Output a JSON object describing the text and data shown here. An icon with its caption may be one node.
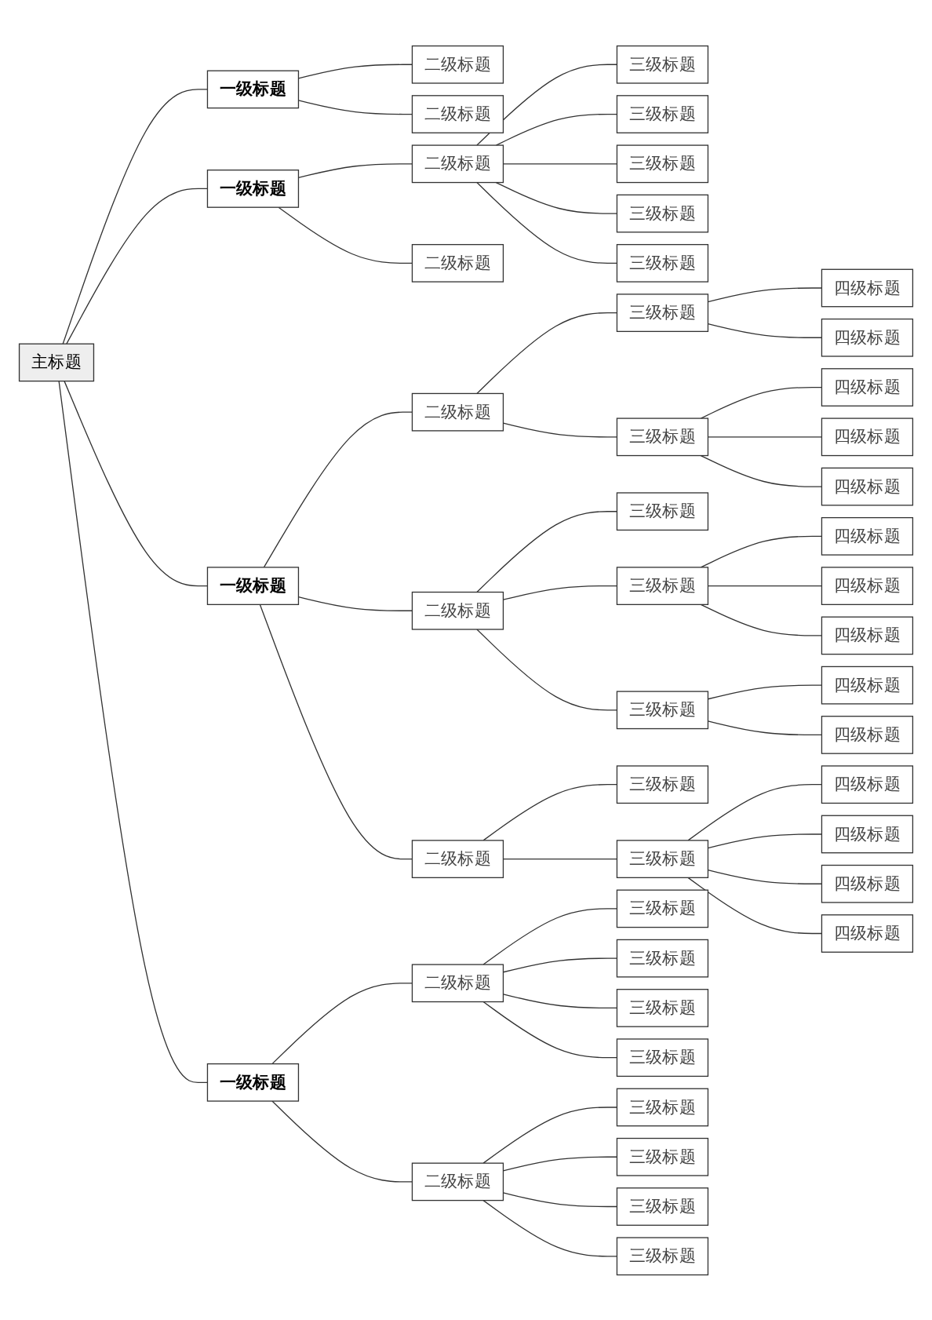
{
  "diagram": {
    "nodes": [
      {
        "text": [
          "主标题"
        ]
      },
      {
        "text": [
          "一级标题"
        ]
      },
      {
        "text": [
          "二级标题"
        ]
      },
      {
        "text": [
          "二级标题"
        ]
      },
      {
        "text": [
          "一级标题"
        ]
      },
      {
        "text": [
          "二级标题"
        ]
      },
      {
        "text": [
          "三级标题"
        ]
      },
      {
        "text": [
          "三级标题"
        ]
      },
      {
        "text": [
          "三级标题"
        ]
      },
      {
        "text": [
          "三级标题"
        ]
      },
      {
        "text": [
          "三级标题"
        ]
      },
      {
        "text": [
          "二级标题"
        ]
      },
      {
        "text": [
          "一级标题"
        ]
      },
      {
        "text": [
          "二级标题"
        ]
      },
      {
        "text": [
          "三级标题"
        ]
      },
      {
        "text": [
          "四级标题"
        ]
      },
      {
        "text": [
          "四级标题"
        ]
      },
      {
        "text": [
          "三级标题"
        ]
      },
      {
        "text": [
          "四级标题"
        ]
      },
      {
        "text": [
          "四级标题"
        ]
      },
      {
        "text": [
          "四级标题"
        ]
      },
      {
        "text": [
          "二级标题"
        ]
      },
      {
        "text": [
          "三级标题"
        ]
      },
      {
        "text": [
          "三级标题"
        ]
      },
      {
        "text": [
          "四级标题"
        ]
      },
      {
        "text": [
          "四级标题"
        ]
      },
      {
        "text": [
          "四级标题"
        ]
      },
      {
        "text": [
          "三级标题"
        ]
      },
      {
        "text": [
          "四级标题"
        ]
      },
      {
        "text": [
          "四级标题"
        ]
      },
      {
        "text": [
          "二级标题"
        ]
      },
      {
        "text": [
          "三级标题"
        ]
      },
      {
        "text": [
          "三级标题"
        ]
      },
      {
        "text": [
          "四级标题"
        ]
      },
      {
        "text": [
          "四级标题"
        ]
      },
      {
        "text": [
          "四级标题"
        ]
      },
      {
        "text": [
          "四级标题"
        ]
      },
      {
        "text": [
          "一级标题"
        ]
      },
      {
        "text": [
          "二级标题"
        ]
      },
      {
        "text": [
          "三级标题"
        ]
      },
      {
        "text": [
          "三级标题"
        ]
      },
      {
        "text": [
          "三级标题"
        ]
      },
      {
        "text": [
          "三级标题"
        ]
      },
      {
        "text": [
          "二级标题"
        ]
      },
      {
        "text": [
          "三级标题"
        ]
      },
      {
        "text": [
          "三级标题"
        ]
      },
      {
        "text": [
          "三级标题"
        ]
      },
      {
        "text": [
          "三级标题"
        ]
      }
    ],
    "edges": [
      {
        "from": 0,
        "to": 1,
        "arrow": "none"
      },
      {
        "from": 1,
        "to": 2,
        "arrow": "none"
      },
      {
        "from": 1,
        "to": 3,
        "arrow": "none"
      },
      {
        "from": 0,
        "to": 4,
        "arrow": "none"
      },
      {
        "from": 4,
        "to": 5,
        "arrow": "none"
      },
      {
        "from": 5,
        "to": 6,
        "arrow": "none"
      },
      {
        "from": 5,
        "to": 7,
        "arrow": "none"
      },
      {
        "from": 5,
        "to": 8,
        "arrow": "none"
      },
      {
        "from": 5,
        "to": 9,
        "arrow": "none"
      },
      {
        "from": 5,
        "to": 10,
        "arrow": "none"
      },
      {
        "from": 4,
        "to": 11,
        "arrow": "none"
      },
      {
        "from": 0,
        "to": 12,
        "arrow": "none"
      },
      {
        "from": 12,
        "to": 13,
        "arrow": "none"
      },
      {
        "from": 13,
        "to": 14,
        "arrow": "none"
      },
      {
        "from": 14,
        "to": 15,
        "arrow": "none"
      },
      {
        "from": 14,
        "to": 16,
        "arrow": "none"
      },
      {
        "from": 13,
        "to": 17,
        "arrow": "none"
      },
      {
        "from": 17,
        "to": 18,
        "arrow": "none"
      },
      {
        "from": 17,
        "to": 19,
        "arrow": "none"
      },
      {
        "from": 17,
        "to": 20,
        "arrow": "none"
      },
      {
        "from": 12,
        "to": 21,
        "arrow": "none"
      },
      {
        "from": 21,
        "to": 22,
        "arrow": "none"
      },
      {
        "from": 21,
        "to": 23,
        "arrow": "none"
      },
      {
        "from": 23,
        "to": 24,
        "arrow": "none"
      },
      {
        "from": 23,
        "to": 25,
        "arrow": "none"
      },
      {
        "from": 23,
        "to": 26,
        "arrow": "none"
      },
      {
        "from": 21,
        "to": 27,
        "arrow": "none"
      },
      {
        "from": 27,
        "to": 28,
        "arrow": "none"
      },
      {
        "from": 27,
        "to": 29,
        "arrow": "none"
      },
      {
        "from": 12,
        "to": 30,
        "arrow": "none"
      },
      {
        "from": 30,
        "to": 31,
        "arrow": "none"
      },
      {
        "from": 30,
        "to": 32,
        "arrow": "none"
      },
      {
        "from": 32,
        "to": 33,
        "arrow": "none"
      },
      {
        "from": 32,
        "to": 34,
        "arrow": "none"
      },
      {
        "from": 32,
        "to": 35,
        "arrow": "none"
      },
      {
        "from": 32,
        "to": 36,
        "arrow": "none"
      },
      {
        "from": 0,
        "to": 37,
        "arrow": "none"
      },
      {
        "from": 37,
        "to": 38,
        "arrow": "none"
      },
      {
        "from": 38,
        "to": 39,
        "arrow": "none"
      },
      {
        "from": 38,
        "to": 40,
        "arrow": "none"
      },
      {
        "from": 38,
        "to": 41,
        "arrow": "none"
      },
      {
        "from": 38,
        "to": 42,
        "arrow": "none"
      },
      {
        "from": 37,
        "to": 43,
        "arrow": "none"
      },
      {
        "from": 43,
        "to": 44,
        "arrow": "none"
      },
      {
        "from": 43,
        "to": 45,
        "arrow": "none"
      },
      {
        "from": 43,
        "to": 46,
        "arrow": "none"
      },
      {
        "from": 43,
        "to": 47,
        "arrow": "none"
      }
    ]
  }
}
